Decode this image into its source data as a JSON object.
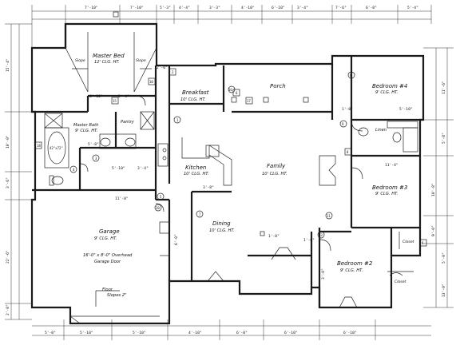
{
  "rooms": {
    "master_bed": {
      "name": "Master Bed",
      "sub": "12' CLG. HT."
    },
    "master_bath": {
      "name": "Master Bath",
      "sub": "9' CLG. HT."
    },
    "pantry": "Pantry",
    "breakfast": {
      "name": "Breakfast",
      "sub": "10' CLG. HT."
    },
    "porch": "Porch",
    "bedroom4": {
      "name": "Bedroom #4",
      "sub": "9' CLG. HT."
    },
    "linen": "Linen",
    "kitchen": {
      "name": "Kitchen",
      "sub": "10' CLG. HT."
    },
    "family": {
      "name": "Family",
      "sub": "10' CLG. HT."
    },
    "bedroom3": {
      "name": "Bedroom #3",
      "sub": "9' CLG. HT."
    },
    "garage": {
      "name": "Garage",
      "sub": "9' CLG. HT."
    },
    "garage_door": {
      "line1": "16'-0\" x 8'-0\" Overhead",
      "line2": "Garage Door"
    },
    "floor_note": {
      "line1": "Floor",
      "line2": "Slopes 2\""
    },
    "dining": {
      "name": "Dining",
      "sub": "10' CLG. HT."
    },
    "bedroom2": {
      "name": "Bedroom #2",
      "sub": "9' CLG. HT."
    },
    "closet_a": "Closet",
    "closet_b": "Closet",
    "slope_left": "Slope",
    "slope_right": "Slope",
    "tub": "42\"x72\""
  },
  "dimensions": {
    "top": [
      "7'-10\"",
      "7'-10\"",
      "5'-3\"",
      "4'-4\"",
      "3'-3\"",
      "4'-10\"",
      "6'-10\"",
      "3'-4\"",
      "7'-6\"",
      "6'-8\"",
      "5'-4\""
    ],
    "bottom": [
      "5'-0\"",
      "5'-10\"",
      "5'-10\"",
      "4'-10\"",
      "6'-0\"",
      "6'-10\"",
      "6'-10\""
    ],
    "left": [
      "15'-4\"",
      "10'-0\"",
      "3'-6\"",
      "22'-6\"",
      "2'-8\""
    ],
    "right": [
      "11'-6\"",
      "5'-8\"",
      "10'-8\"",
      "9'-0\"",
      "5'-0\"",
      "13'-0\""
    ],
    "interior": [
      "6'-10\"",
      "2'-4\"",
      "5'-8\"",
      "5'-10\"",
      "3'-4\"",
      "2'-0\"",
      "11'-8\"",
      "1'-8\"",
      "11'-4\"",
      "1'-8\"",
      "1'-8\"",
      "5'-10\"",
      "6'-0\"",
      "3'-8\"",
      "3'-0\""
    ]
  },
  "tags": [
    "18",
    "2",
    "6",
    "3",
    "10",
    "20",
    "8",
    "16",
    "11",
    "1",
    "9",
    "13",
    "7",
    "5",
    "15",
    "17",
    "4",
    "8",
    "8"
  ]
}
